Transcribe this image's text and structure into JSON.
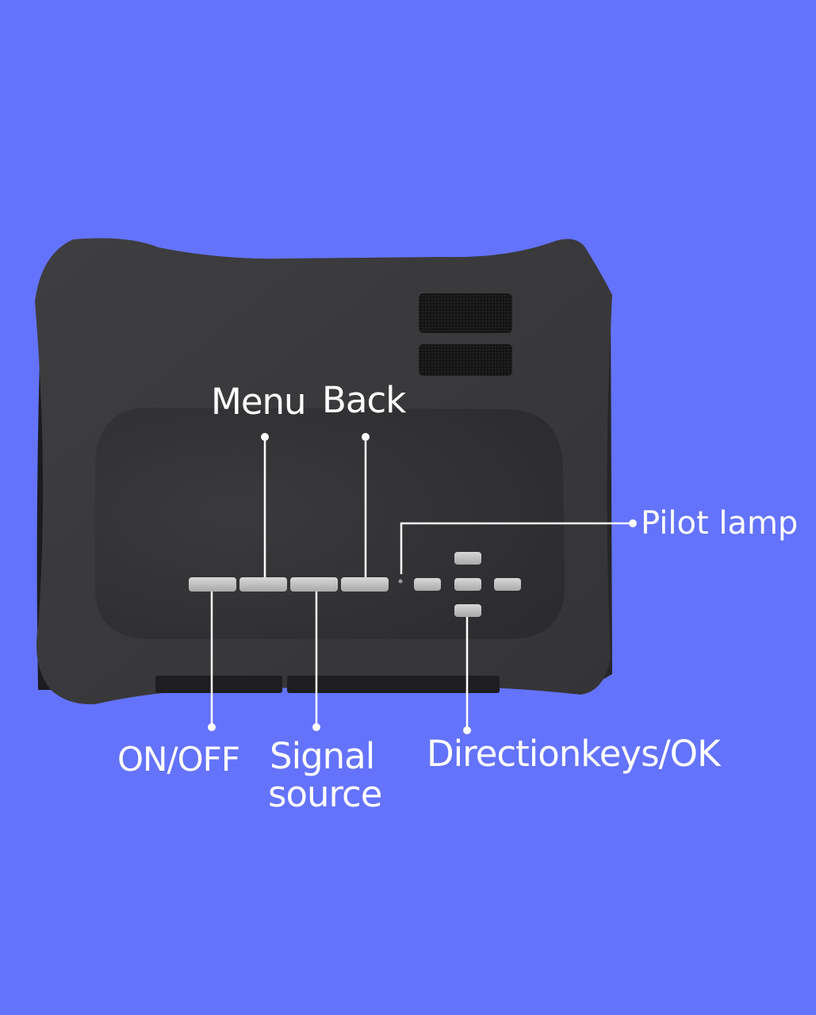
{
  "colors": {
    "background": "#6473fb",
    "device_body": "#3a3a3c",
    "panel": "#2f2f31",
    "button": "#c8c8c8",
    "line": "#ffffff",
    "label": "#ffffff"
  },
  "labels": {
    "menu": "Menu",
    "back": "Back",
    "pilot_lamp": "Pilot lamp",
    "on_off": "ON/OFF",
    "signal_line1": "Signal",
    "signal_line2": "source",
    "direction_keys": "Directionkeys/OK"
  }
}
